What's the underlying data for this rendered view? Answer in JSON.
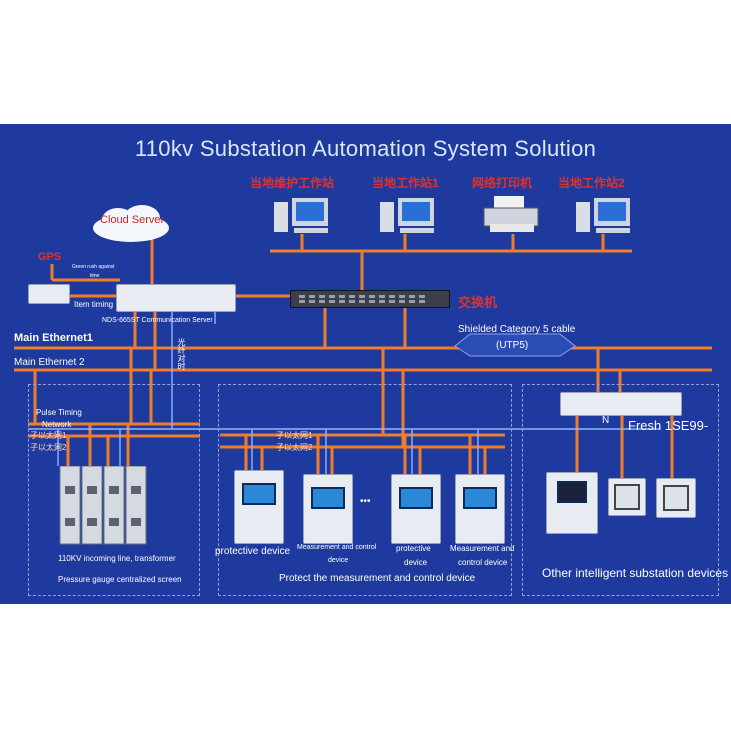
{
  "title": "110kv Substation Automation System Solution",
  "workstations": [
    "当地维护工作站",
    "当地工作站1",
    "网络打印机",
    "当地工作站2"
  ],
  "cloud_server": "Cloud Server",
  "gps": "GPS",
  "green_rush": [
    "Green rush against",
    "time"
  ],
  "item_timing": "Item timing",
  "comm_server": "NDS-665ST Communication Server",
  "switch": "交换机",
  "vertical_label": "光纤对时",
  "main_ethernet_1": "Main Ethernet1",
  "main_ethernet_2": "Main Ethernet 2",
  "shielded_cable": [
    "Shielded Category 5 cable",
    "(UTP5)"
  ],
  "pulse_timing": [
    "Pulse Timing",
    "Network"
  ],
  "sub_ethernet": [
    "子以太网1",
    "子以太网2"
  ],
  "sub_ethernet_mid": [
    "子以太网1",
    "子以太网2"
  ],
  "ns_code": "N",
  "fresh_code": "Fresh 1SE99-",
  "left_caption_1": "110KV incoming line, transformer",
  "left_caption_2": "Pressure gauge centralized screen",
  "protective_device_1": "protective device",
  "measurement_control_1": [
    "Measurement and control",
    "device"
  ],
  "protective_device_2": [
    "protective",
    "device"
  ],
  "measurement_control_2": [
    "Measurement and",
    "control device"
  ],
  "ellipsis": "•••",
  "mid_caption": "Protect the measurement and control device",
  "right_caption": "Other intelligent substation devices",
  "colors": {
    "background": "#1e3a9e",
    "wire": "#ef7d2a",
    "signal": "#8fb6ff",
    "red_text": "#e0322a"
  }
}
